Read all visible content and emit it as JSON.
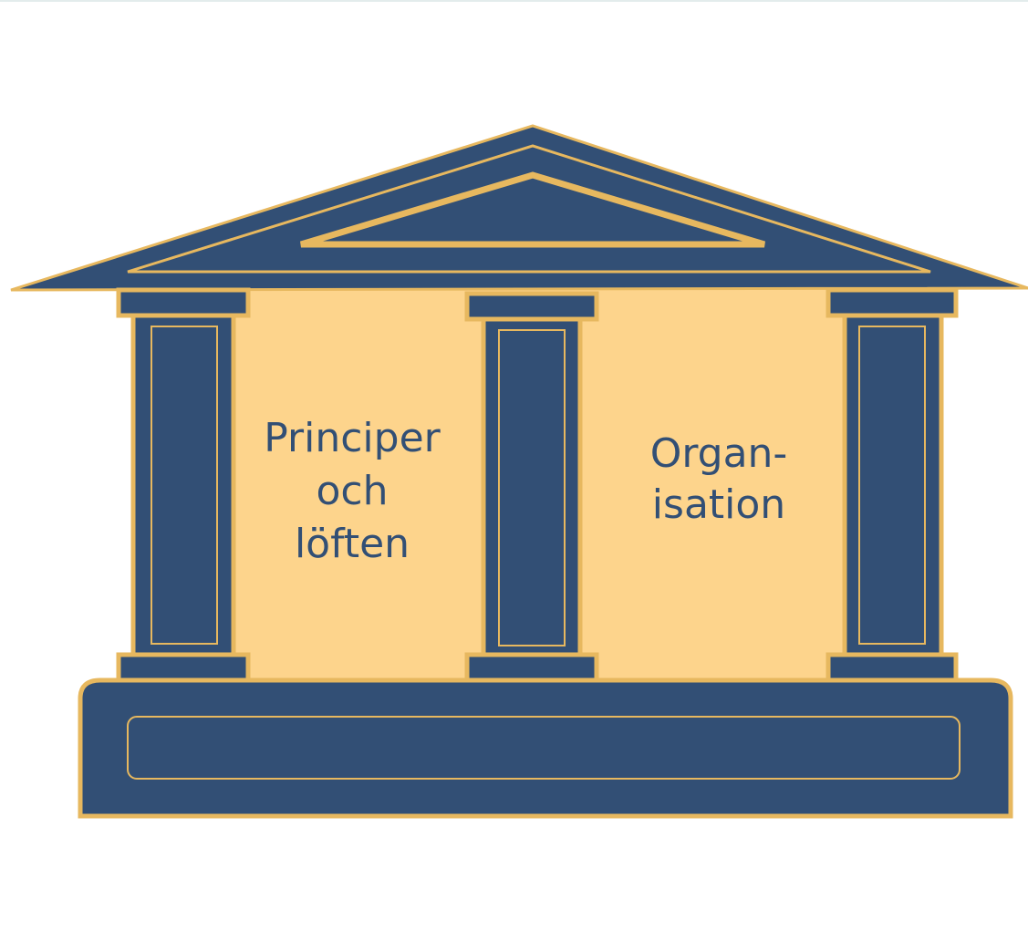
{
  "diagram": {
    "type": "temple",
    "colors": {
      "structure_fill": "#324f75",
      "outline": "#e7b85f",
      "wall_fill": "#fdd48c",
      "text": "#324f75",
      "background": "#ffffff"
    },
    "panels": [
      {
        "id": "left",
        "label": "Principer\noch\nlöften"
      },
      {
        "id": "right",
        "label": "Organ-\nisation"
      }
    ],
    "pillars": 3,
    "base_label": ""
  }
}
